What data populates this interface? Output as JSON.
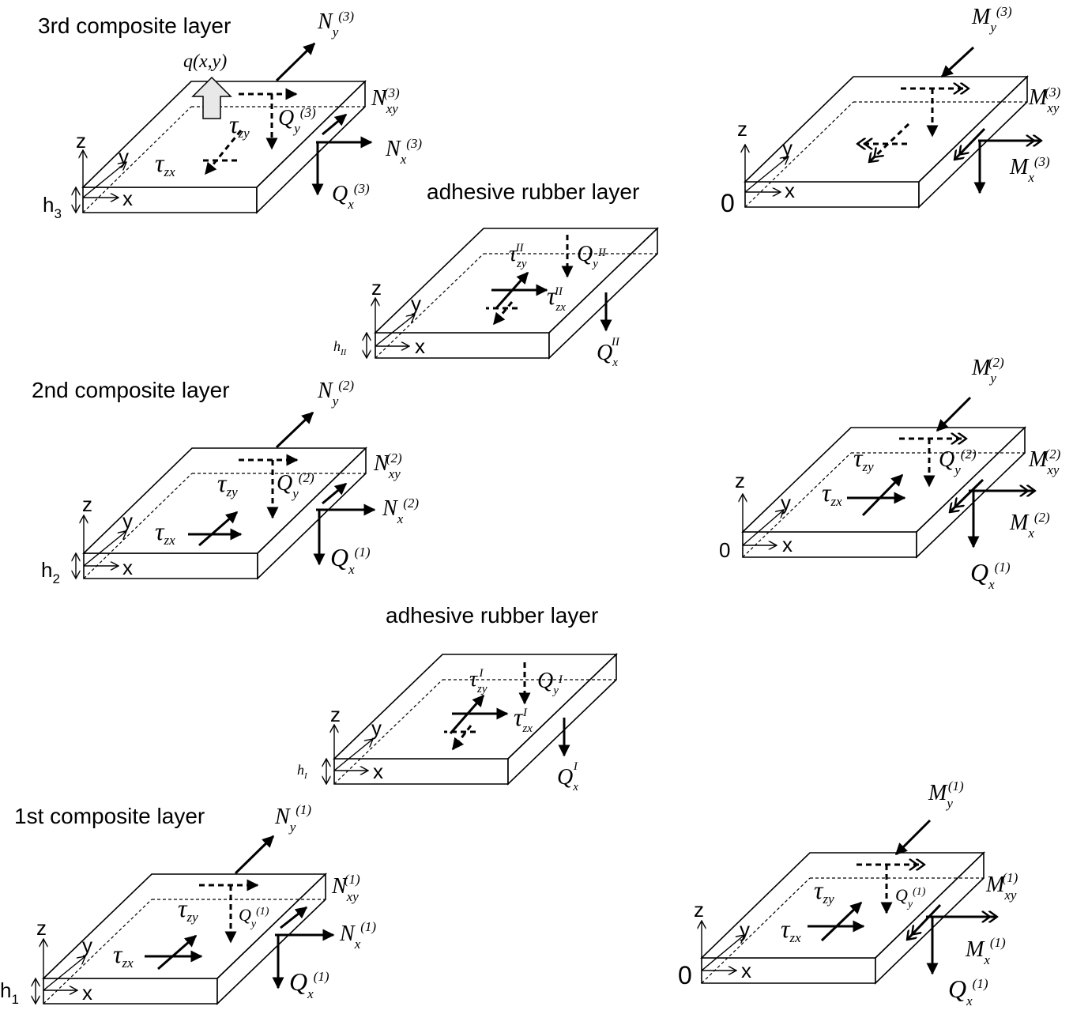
{
  "headings": {
    "layer3": "3rd composite layer",
    "rubber2": "adhesive rubber layer",
    "layer2": "2nd composite layer",
    "rubber1": "adhesive rubber layer",
    "layer1": "1st composite layer"
  },
  "axes": {
    "x": "x",
    "y": "y",
    "z": "z",
    "origin": "0"
  },
  "thickness": {
    "h3": {
      "base": "h",
      "sub": "3"
    },
    "hII": {
      "base": "h",
      "sub": "II"
    },
    "h2": {
      "base": "h",
      "sub": "2"
    },
    "hI": {
      "base": "h",
      "sub": "I"
    },
    "h1": {
      "base": "h",
      "sub": "1"
    }
  },
  "load": "q(x,y)",
  "symbols": {
    "N": "N",
    "M": "M",
    "Q": "Q",
    "tau": "τ",
    "sub_x": "x",
    "sub_y": "y",
    "sub_xy": "xy",
    "sub_zx": "zx",
    "sub_zy": "zy",
    "sup1": "(1)",
    "sup2": "(2)",
    "sup3": "(3)",
    "supI": "I",
    "supII": "II"
  }
}
